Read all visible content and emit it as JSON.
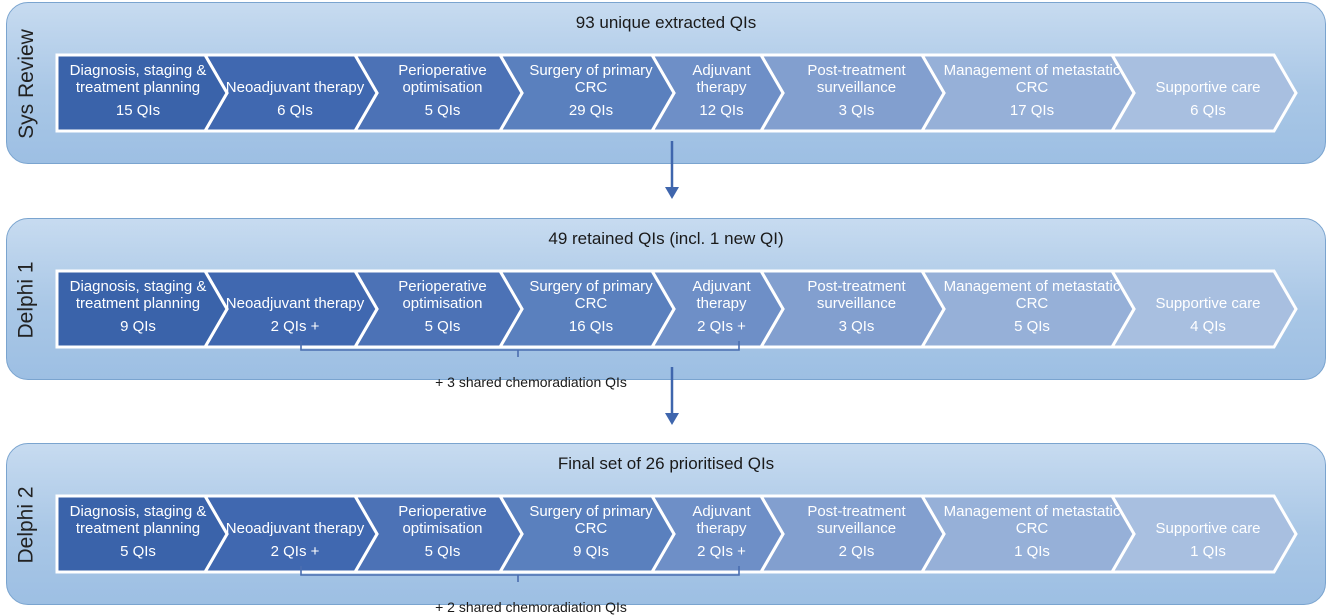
{
  "stages": [
    {
      "side_label": "Sys Review",
      "title": "93 unique extracted QIs",
      "steps": [
        {
          "name": "Diagnosis, staging & treatment planning",
          "count": "15 QIs"
        },
        {
          "name": "Neoadjuvant therapy",
          "count": "6 QIs"
        },
        {
          "name": "Perioperative optimisation",
          "count": "5 QIs"
        },
        {
          "name": "Surgery of primary CRC",
          "count": "29 QIs"
        },
        {
          "name": "Adjuvant therapy",
          "count": "12 QIs"
        },
        {
          "name": "Post-treatment surveillance",
          "count": "3 QIs"
        },
        {
          "name": "Management of metastatic CRC",
          "count": "17 QIs"
        },
        {
          "name": "Supportive care",
          "count": "6 QIs"
        }
      ],
      "shared_note": ""
    },
    {
      "side_label": "Delphi 1",
      "title": "49 retained QIs (incl. 1 new QI)",
      "steps": [
        {
          "name": "Diagnosis, staging & treatment planning",
          "count": "9 QIs"
        },
        {
          "name": "Neoadjuvant therapy",
          "count": "2 QIs +"
        },
        {
          "name": "Perioperative optimisation",
          "count": "5 QIs"
        },
        {
          "name": "Surgery of primary CRC",
          "count": "16 QIs"
        },
        {
          "name": "Adjuvant therapy",
          "count": "2 QIs +"
        },
        {
          "name": "Post-treatment surveillance",
          "count": "3 QIs"
        },
        {
          "name": "Management of metastatic CRC",
          "count": "5 QIs"
        },
        {
          "name": "Supportive care",
          "count": "4 QIs"
        }
      ],
      "shared_note": "+ 3 shared chemoradiation QIs"
    },
    {
      "side_label": "Delphi 2",
      "title": "Final set of 26 prioritised QIs",
      "steps": [
        {
          "name": "Diagnosis, staging & treatment planning",
          "count": "5 QIs"
        },
        {
          "name": "Neoadjuvant therapy",
          "count": "2 QIs +"
        },
        {
          "name": "Perioperative optimisation",
          "count": "5 QIs"
        },
        {
          "name": "Surgery of primary CRC",
          "count": "9 QIs"
        },
        {
          "name": "Adjuvant therapy",
          "count": "2 QIs +"
        },
        {
          "name": "Post-treatment surveillance",
          "count": "2 QIs"
        },
        {
          "name": "Management of metastatic CRC",
          "count": "1 QIs"
        },
        {
          "name": "Supportive care",
          "count": "1 QIs"
        }
      ],
      "shared_note": "+ 2 shared chemoradiation QIs"
    }
  ],
  "colors": {
    "stage_border": "#7aa4cf",
    "step_fills": [
      "#3a63aa",
      "#4068b0",
      "#4c72b6",
      "#5a80be",
      "#6e8fc7",
      "#829fcf",
      "#96b0d8",
      "#a8bfe0"
    ],
    "arrow": "#3f66ad",
    "bracket": "#4a6eb0"
  }
}
